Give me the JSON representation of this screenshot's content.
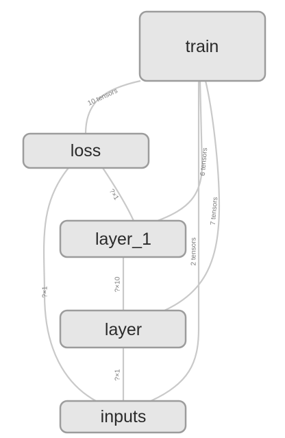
{
  "graph": {
    "nodes": {
      "train": "train",
      "loss": "loss",
      "layer_1": "layer_1",
      "layer": "layer",
      "inputs": "inputs"
    },
    "edges": {
      "loss_train": "10 tensors",
      "layer1_train": "6 tensors",
      "layer_train": "7 tensors",
      "inputs_train": "2 tensors",
      "layer1_loss": "?×1",
      "layer_layer1": "?×10",
      "inputs_layer": "?×1",
      "inputs_loss": "?×1"
    }
  }
}
